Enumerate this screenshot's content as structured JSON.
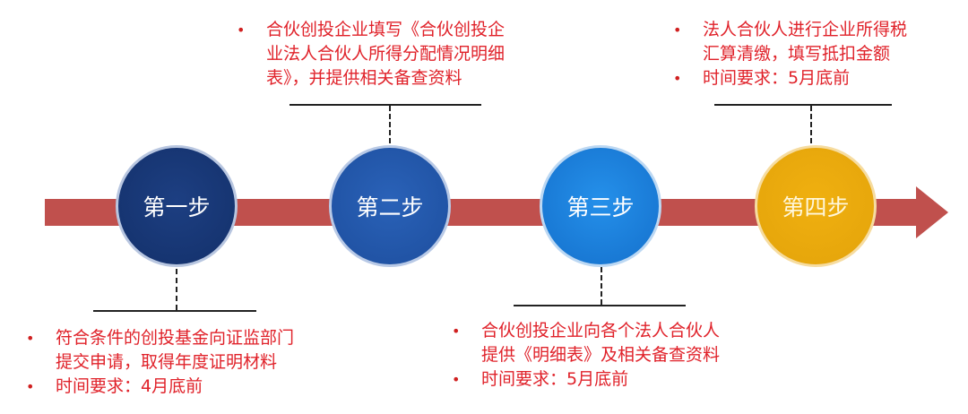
{
  "steps": [
    {
      "label": "第一步",
      "color": "#13306a",
      "notes": [
        {
          "lines": [
            "符合条件的创投基金向证监部门",
            "提交申请，取得年度证明材料"
          ]
        },
        {
          "lines": [
            "时间要求：4月底前"
          ]
        }
      ]
    },
    {
      "label": "第二步",
      "color": "#1d4e9e",
      "notes": [
        {
          "lines": [
            "合伙创投企业填写《合伙创投企",
            "业法人合伙人所得分配情况明细",
            "表》，并提供相关备查资料"
          ]
        }
      ]
    },
    {
      "label": "第三步",
      "color": "#1470cc",
      "notes": [
        {
          "lines": [
            "合伙创投企业向各个法人合伙人",
            "提供《明细表》及相关备查资料"
          ]
        },
        {
          "lines": [
            "时间要求：5月底前"
          ]
        }
      ]
    },
    {
      "label": "第四步",
      "color": "#e3a30a",
      "notes": [
        {
          "lines": [
            "法人合伙人进行企业所得税",
            "汇算清缴，填写抵扣金额"
          ]
        },
        {
          "lines": [
            "时间要求：5月底前"
          ]
        }
      ]
    }
  ],
  "bullet_symbol": "•",
  "arrow_color": "#c0504d",
  "text_color": "#e0222a"
}
